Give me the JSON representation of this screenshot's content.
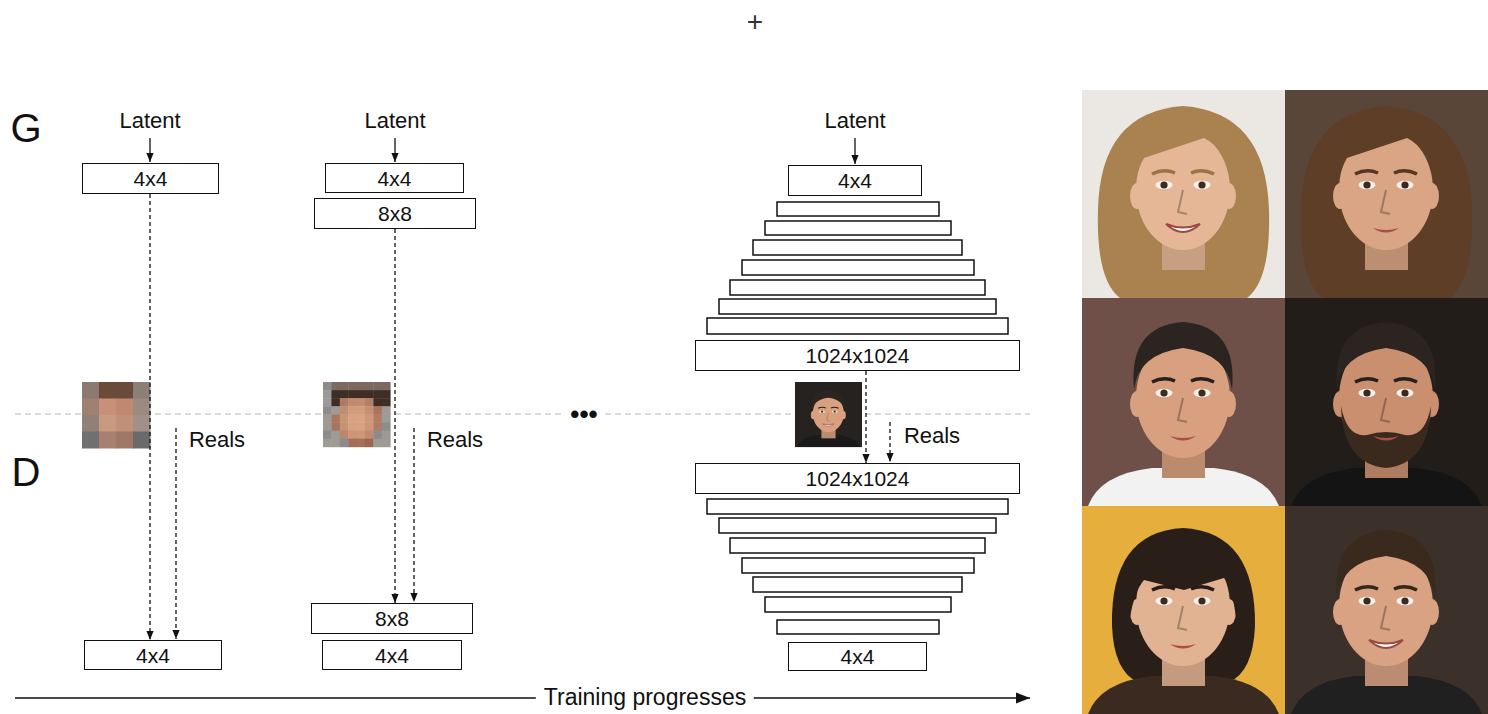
{
  "diagram": {
    "nodes": [
      {
        "text": [
          "4x4"
        ]
      },
      {
        "text": [
          "4x4"
        ]
      },
      {
        "text": [
          "8x8"
        ]
      },
      {
        "text": [
          "4x4"
        ]
      },
      {
        "text": [
          "1024x1024"
        ]
      },
      {
        "text": [
          "4x4"
        ]
      },
      {
        "text": [
          "8x8"
        ]
      },
      {
        "text": [
          "4x4"
        ]
      },
      {
        "text": [
          "1024x1024"
        ]
      },
      {
        "text": [
          "4x4"
        ]
      }
    ],
    "edges": [
      {
        "from": 0,
        "to": 5,
        "arrow": "to"
      },
      {
        "from": 2,
        "to": 6,
        "arrow": "to"
      },
      {
        "from": 4,
        "to": 8,
        "arrow": "to"
      }
    ],
    "labels": [
      "+",
      "G",
      "D",
      "Latent",
      "Latent",
      "Latent",
      "Reals",
      "Reals",
      "Reals",
      "•••",
      "Training progresses"
    ]
  }
}
